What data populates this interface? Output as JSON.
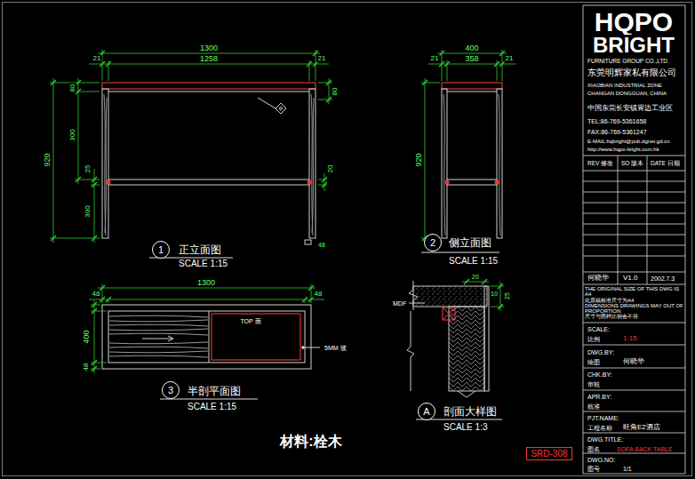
{
  "diagram": {
    "nodes": [
      {
        "text": [
          "1"
        ]
      },
      {
        "text": [
          "2"
        ]
      },
      {
        "text": [
          "3"
        ]
      },
      {
        "text": [
          "A"
        ]
      },
      {
        "text": [
          "SRD-308"
        ]
      }
    ],
    "labels": [
      "1300",
      "1258",
      "21",
      "21",
      "80",
      "920",
      "300",
      "25",
      "300",
      "80",
      "20",
      "48",
      "400",
      "358",
      "21",
      "21",
      "920",
      "正立面图",
      "SCALE 1:15",
      "侧立面图",
      "SCALE 1:15",
      "1300",
      "48",
      "48",
      "400",
      "48",
      "TOP 面",
      "5MM 玻",
      "半剖平面图",
      "SCALE 1:15",
      "MDF",
      "20",
      "10",
      "25",
      "剖面大样图",
      "SCALE 1:3",
      "材料:栓木",
      "HQPO",
      "BRIGHT",
      "FURNITURE GROUP CO.,LTD.",
      "东莞明辉家私有限公司",
      "XIAOBIAN INDUSTRIAL ZONE",
      "CHANGAN DONGGUAN, CHINA",
      "中国东莞长安镇霄边工业区",
      "TEL:86-769-5361658",
      "FAX:86-769-5361247",
      "E-MAIL:hqbright@pub.dgnet.gd.cn",
      "http://www.hqpo-bright.com.hk",
      "REV 修改",
      "SO 版本",
      "DATE 日期",
      "何晓华",
      "V1.0",
      "2002.7.3",
      "THE ORIGINAL SIZE OF THIS DWG IS A4",
      "此原稿标准尺寸为A4",
      "DIMENSIONS DRAWINGS MAY OUT OF PROPORTION",
      "尺寸与图样比例会不符",
      "SCALE:",
      "比例",
      "1:15",
      "DWG.BY:",
      "绘图",
      "何晓华",
      "CHK.BY:",
      "审核",
      "APR.BY:",
      "核准",
      "PJT.NAME:",
      "工程名称",
      "旺角E2酒店",
      "DWG.TITLE:",
      "图名",
      "SOFA BACK TABLE",
      "DWG.NO:",
      "图号",
      "1/1"
    ]
  }
}
